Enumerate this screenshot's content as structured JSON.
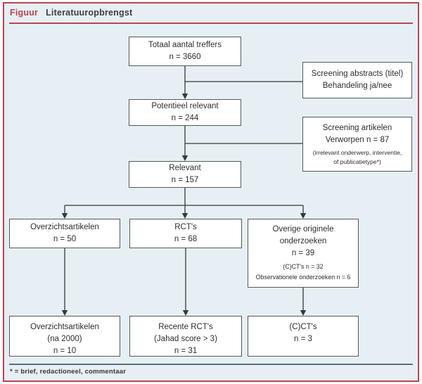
{
  "header": {
    "figure_label": "Figuur",
    "figure_title": "Literatuuropbrengst"
  },
  "flowchart": {
    "totaal": {
      "line1": "Totaal aantal treffers",
      "line2": "n = 3660"
    },
    "screening_abstracts": {
      "line1": "Screening abstracts (titel)",
      "line2": "Behandeling ja/nee"
    },
    "potentieel_relevant": {
      "line1": "Potentieel relevant",
      "line2": "n = 244"
    },
    "screening_artikelen": {
      "line1": "Screening artikelen",
      "line2": "Verworpen n = 87",
      "sub1": "(irrelevant onderwerp, interventie,",
      "sub2": "of publicatietype*)"
    },
    "relevant": {
      "line1": "Relevant",
      "line2": "n = 157"
    },
    "overzichtsartikelen": {
      "line1": "Overzichtsartikelen",
      "line2": "n = 50"
    },
    "rcts": {
      "line1": "RCT's",
      "line2": "n = 68"
    },
    "overige": {
      "line1": "Overige originele onderzoeken",
      "line2": "n = 39",
      "sub1": "(C)CT's n = 32",
      "sub2": "Observationele onderzoeken n = 6"
    },
    "overzichtsartikelen_na2000": {
      "line1": "Overzichtsartikelen",
      "line2": "(na 2000)",
      "line3": "n = 10"
    },
    "recente_rcts": {
      "line1": "Recente RCT's",
      "line2": "(Jahad score > 3)",
      "line3": "n = 31"
    },
    "ccts": {
      "line1": "(C)CT's",
      "line2": "n = 3"
    }
  },
  "footnote": "* = brief, redactioneel, commentaar",
  "colors": {
    "accent": "#bd4350",
    "panel_background": "#e6eff3",
    "box_border": "#55595c",
    "connector": "#34393c",
    "footer_rule": "#606d75",
    "text": "#2d2d2d"
  }
}
